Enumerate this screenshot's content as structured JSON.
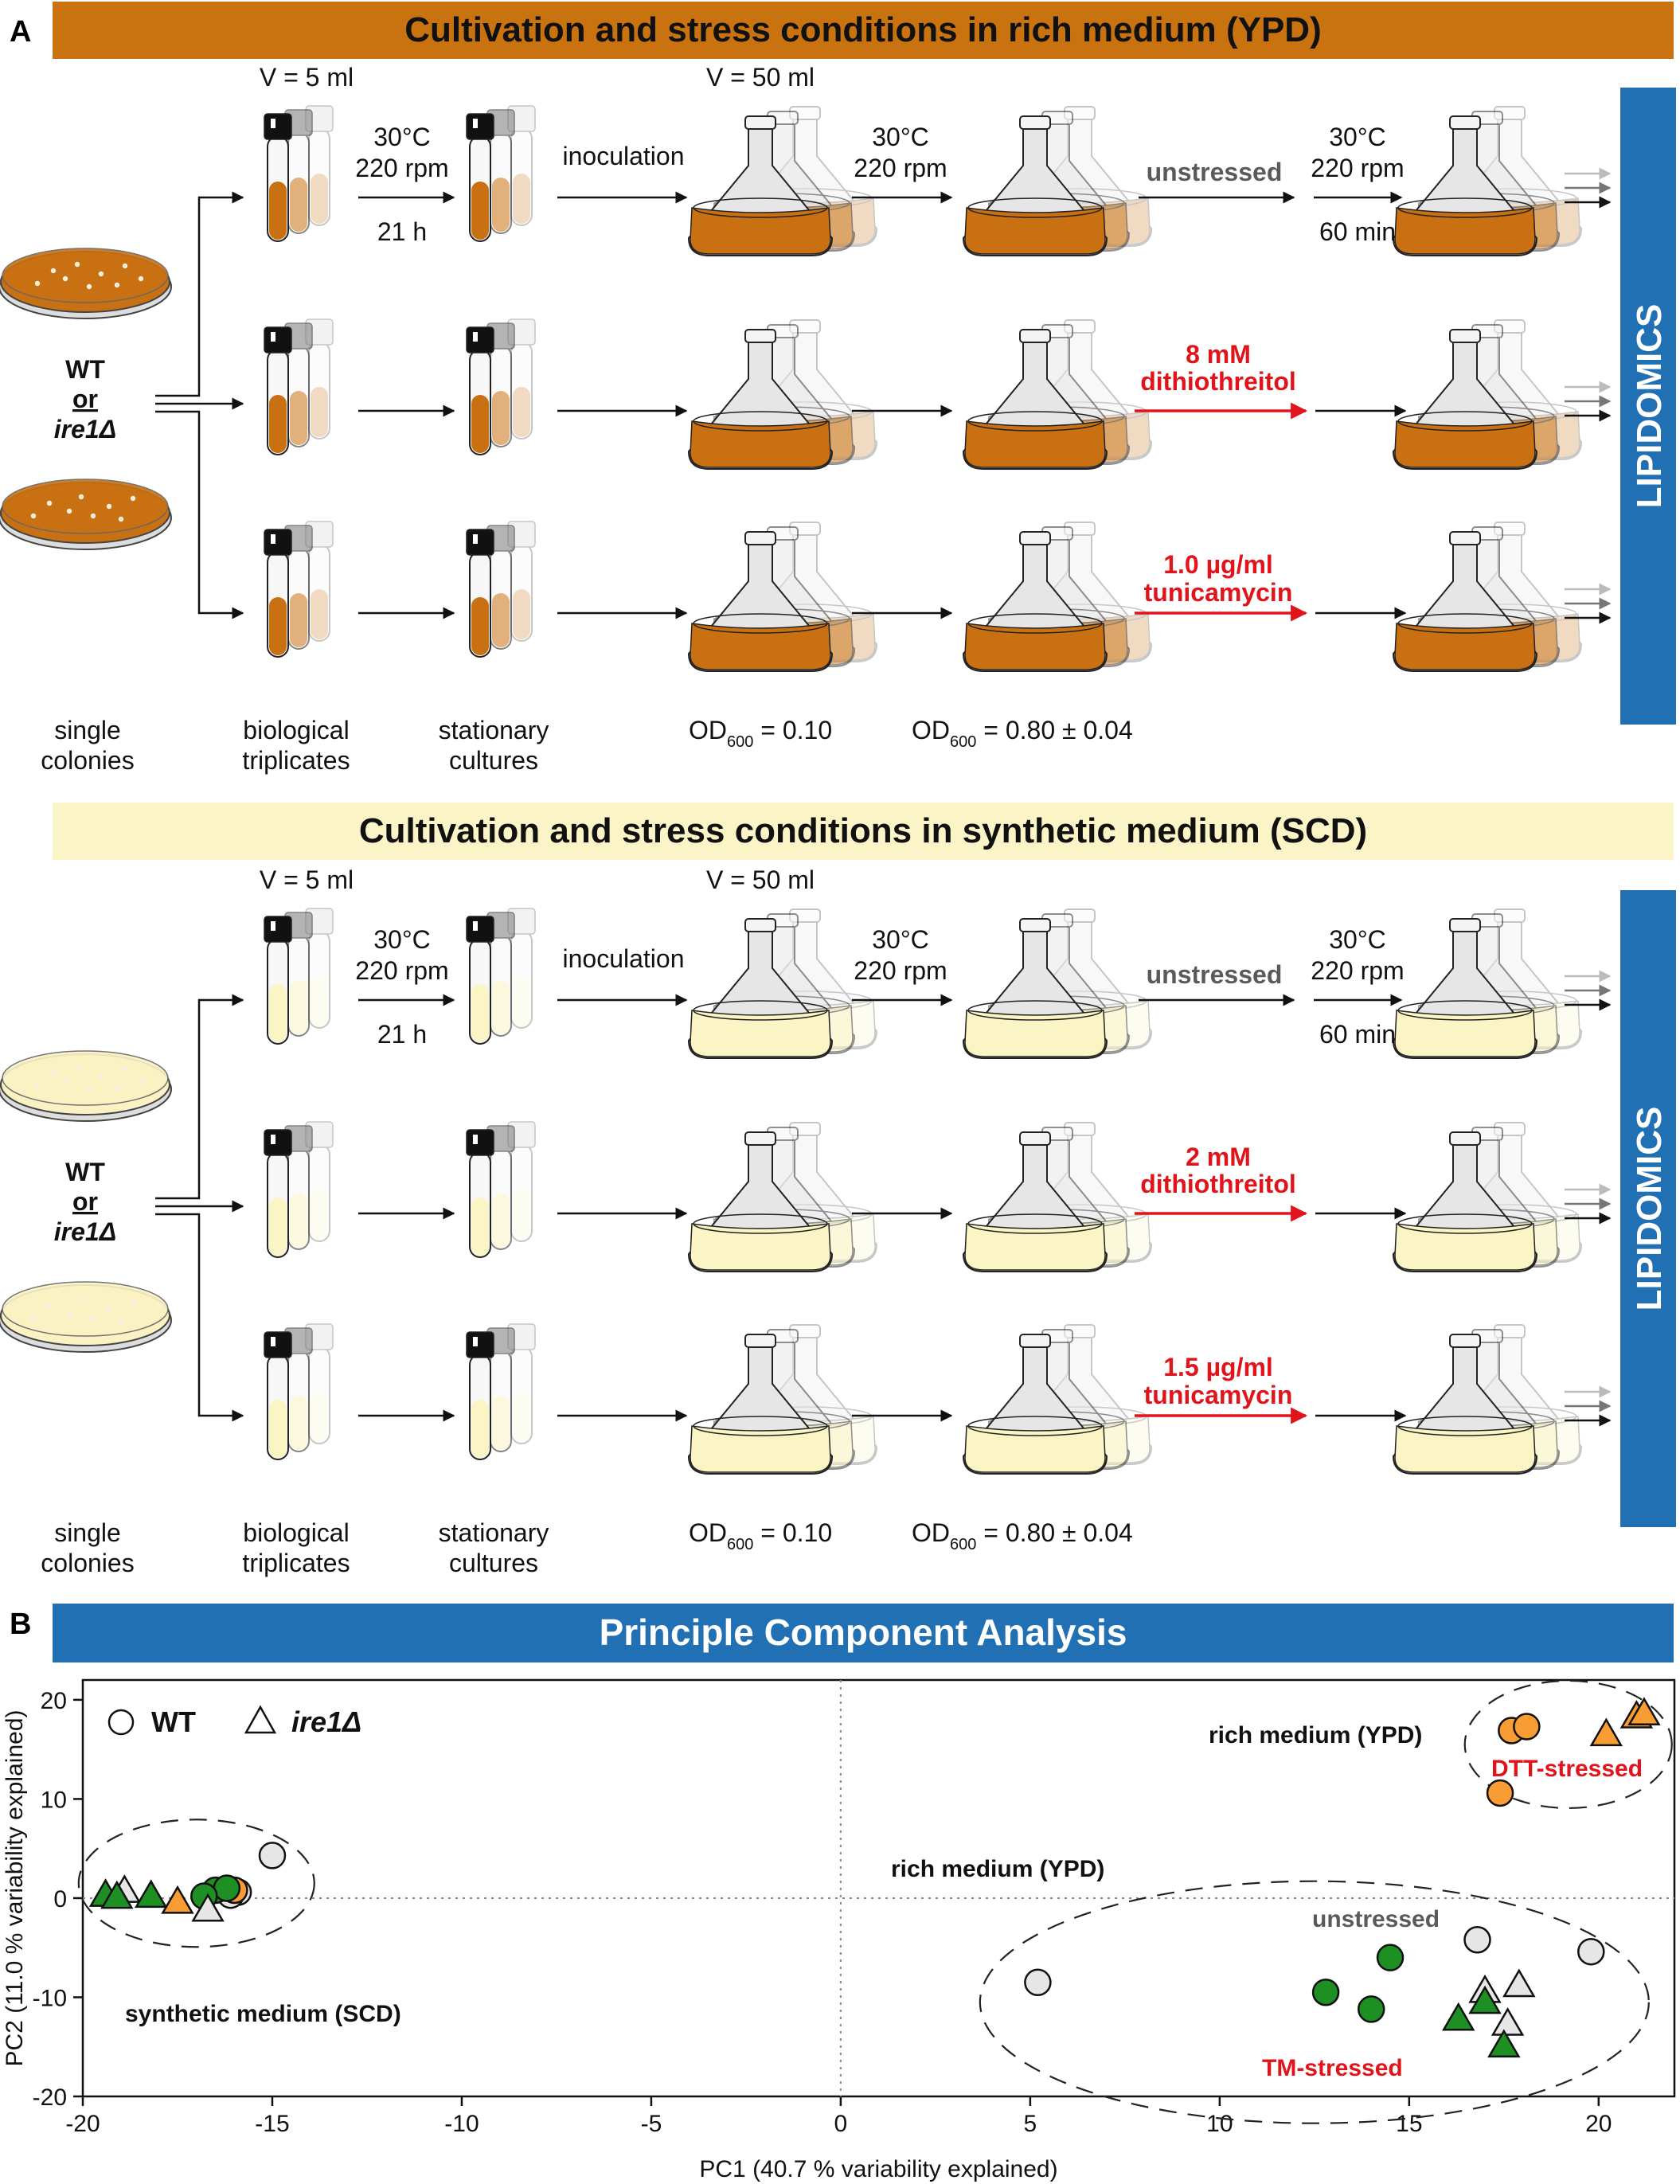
{
  "panel_a": {
    "label": "A",
    "ypd": {
      "title": "Cultivation and stress conditions in rich medium (YPD)",
      "vol_tube": "V = 5 ml",
      "vol_flask": "V = 50 ml",
      "step1_temp": "30°C",
      "step1_rpm": "220 rpm",
      "step1_time": "21 h",
      "inoculation": "inoculation",
      "step2_temp": "30°C",
      "step2_rpm": "220 rpm",
      "step3_temp": "30°C",
      "step3_rpm": "220 rpm",
      "step3_time": "60 min",
      "cond_unstressed": "unstressed",
      "cond_dtt_1": "8 mM",
      "cond_dtt_2": "dithiothreitol",
      "cond_tm_1": "1.0 µg/ml",
      "cond_tm_2": "tunicamycin",
      "strain_wt": "WT",
      "strain_or": "or",
      "strain_mut": "ire1Δ",
      "cap_single_1": "single",
      "cap_single_2": "colonies",
      "cap_bio_1": "biological",
      "cap_bio_2": "triplicates",
      "cap_stat_1": "stationary",
      "cap_stat_2": "cultures",
      "od_start_pre": "OD",
      "od_start_sub": "600",
      "od_start_val": " = 0.10",
      "od_end_pre": "OD",
      "od_end_sub": "600",
      "od_end_val": " = 0.80 ± 0.04",
      "lipidomics": "LIPIDOMICS"
    },
    "scd": {
      "title": "Cultivation and stress conditions in synthetic medium (SCD)",
      "vol_tube": "V = 5 ml",
      "vol_flask": "V = 50 ml",
      "step1_temp": "30°C",
      "step1_rpm": "220 rpm",
      "step1_time": "21 h",
      "inoculation": "inoculation",
      "step2_temp": "30°C",
      "step2_rpm": "220 rpm",
      "step3_temp": "30°C",
      "step3_rpm": "220 rpm",
      "step3_time": "60 min",
      "cond_unstressed": "unstressed",
      "cond_dtt_1": "2 mM",
      "cond_dtt_2": "dithiothreitol",
      "cond_tm_1": "1.5 µg/ml",
      "cond_tm_2": "tunicamycin",
      "strain_wt": "WT",
      "strain_or": "or",
      "strain_mut": "ire1Δ",
      "cap_single_1": "single",
      "cap_single_2": "colonies",
      "cap_bio_1": "biological",
      "cap_bio_2": "triplicates",
      "cap_stat_1": "stationary",
      "cap_stat_2": "cultures",
      "od_start_pre": "OD",
      "od_start_sub": "600",
      "od_start_val": " = 0.10",
      "od_end_pre": "OD",
      "od_end_sub": "600",
      "od_end_val": " = 0.80 ± 0.04",
      "lipidomics": "LIPIDOMICS"
    }
  },
  "panel_b": {
    "label": "B",
    "title": "Principle Component Analysis",
    "legend_wt": "WT",
    "legend_mut": "ire1Δ",
    "ann_rich_top": "rich medium (YPD)",
    "ann_dtt": "DTT-stressed",
    "ann_rich_mid": "rich medium (YPD)",
    "ann_unstressed": "unstressed",
    "ann_tm": "TM-stressed",
    "ann_scd": "synthetic medium (SCD)"
  },
  "colors": {
    "ypd_banner": "#c8730f",
    "scd_banner": "#fbf4c6",
    "lipidomics": "#2270b4",
    "pca_banner": "#2270b4",
    "ypd_liquid": "#c97112",
    "scd_liquid": "#fbf4c4",
    "stress_red": "#e1131b",
    "unstressed_grey": "#5a5a5a",
    "unstressed_marker": "#e6e6e6",
    "dtt_marker": "#f79d34",
    "tm_marker": "#1e8f22"
  },
  "chart_data": {
    "type": "scatter",
    "xlabel": "PC1 (40.7 % variability explained)",
    "ylabel": "PC2 (11.0 % variability explained)",
    "xlim": [
      -20,
      22
    ],
    "ylim": [
      -20,
      22
    ],
    "xticks": [
      -20,
      -15,
      -10,
      -5,
      0,
      5,
      10,
      15,
      20
    ],
    "yticks": [
      -20,
      -10,
      0,
      10,
      20
    ],
    "xtick_labels": [
      "-20",
      "-15",
      "-10",
      "-5",
      "0",
      "5",
      "10",
      "15",
      "20"
    ],
    "ytick_labels": [
      "-20",
      "-10",
      "0",
      "10",
      "20"
    ],
    "grid": false,
    "reference_lines": {
      "x": 0,
      "y": 0,
      "style": "dotted"
    },
    "legend_position": "top-left",
    "series": [
      {
        "strain": "WT",
        "marker": "circle",
        "condition": "SCD unstressed",
        "color": "#e6e6e6",
        "points": [
          [
            -15.0,
            4.3
          ],
          [
            -15.9,
            0.6
          ],
          [
            -16.1,
            0.3
          ]
        ]
      },
      {
        "strain": "WT",
        "marker": "circle",
        "condition": "SCD DTT",
        "color": "#f79d34",
        "points": [
          [
            -16.0,
            0.8
          ]
        ]
      },
      {
        "strain": "WT",
        "marker": "circle",
        "condition": "SCD TM",
        "color": "#1e8f22",
        "points": [
          [
            -16.5,
            0.8
          ],
          [
            -16.2,
            1.0
          ],
          [
            -16.8,
            0.2
          ]
        ]
      },
      {
        "strain": "ire1Δ",
        "marker": "triangle",
        "condition": "SCD unstressed",
        "color": "#e6e6e6",
        "points": [
          [
            -18.9,
            0.6
          ],
          [
            -16.7,
            -1.3
          ]
        ]
      },
      {
        "strain": "ire1Δ",
        "marker": "triangle",
        "condition": "SCD DTT",
        "color": "#f79d34",
        "points": [
          [
            -17.5,
            -0.5
          ]
        ]
      },
      {
        "strain": "ire1Δ",
        "marker": "triangle",
        "condition": "SCD TM",
        "color": "#1e8f22",
        "points": [
          [
            -19.4,
            0.2
          ],
          [
            -19.1,
            0.0
          ],
          [
            -18.2,
            0.1
          ]
        ]
      },
      {
        "strain": "WT",
        "marker": "circle",
        "condition": "YPD unstressed",
        "color": "#e6e6e6",
        "points": [
          [
            5.2,
            -8.5
          ],
          [
            16.8,
            -4.2
          ],
          [
            19.8,
            -5.4
          ]
        ]
      },
      {
        "strain": "WT",
        "marker": "circle",
        "condition": "YPD DTT",
        "color": "#f79d34",
        "points": [
          [
            17.7,
            16.9
          ],
          [
            18.1,
            17.3
          ],
          [
            17.4,
            10.6
          ]
        ]
      },
      {
        "strain": "WT",
        "marker": "circle",
        "condition": "YPD TM",
        "color": "#1e8f22",
        "points": [
          [
            12.8,
            -9.5
          ],
          [
            14.0,
            -11.2
          ],
          [
            14.5,
            -6.0
          ]
        ]
      },
      {
        "strain": "ire1Δ",
        "marker": "triangle",
        "condition": "YPD unstressed",
        "color": "#e6e6e6",
        "points": [
          [
            17.0,
            -9.5
          ],
          [
            17.9,
            -8.9
          ],
          [
            17.6,
            -12.8
          ]
        ]
      },
      {
        "strain": "ire1Δ",
        "marker": "triangle",
        "condition": "YPD DTT",
        "color": "#f79d34",
        "points": [
          [
            20.2,
            16.4
          ],
          [
            21.0,
            18.2
          ],
          [
            21.2,
            18.5
          ]
        ]
      },
      {
        "strain": "ire1Δ",
        "marker": "triangle",
        "condition": "YPD TM",
        "color": "#1e8f22",
        "points": [
          [
            16.3,
            -12.3
          ],
          [
            17.0,
            -10.6
          ],
          [
            17.5,
            -15.0
          ]
        ]
      }
    ]
  }
}
